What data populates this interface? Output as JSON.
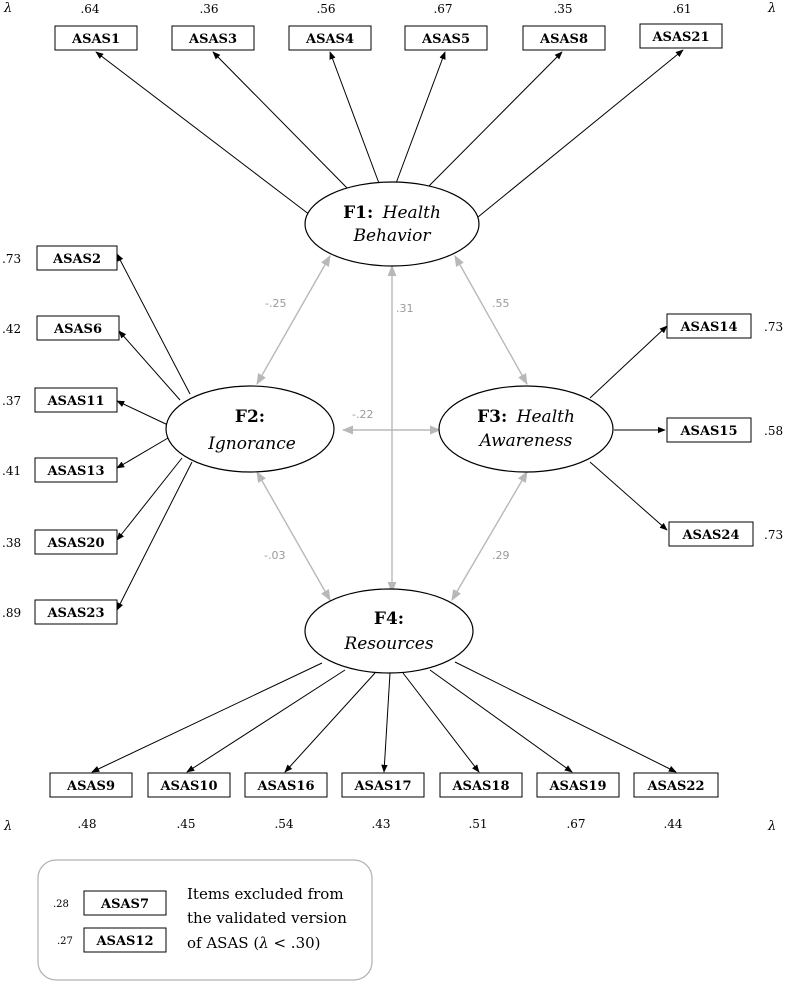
{
  "lambda_symbol": "λ",
  "factors": {
    "f1": {
      "num": "F1:",
      "name_line1": "Health",
      "name_line2": "Behavior"
    },
    "f2": {
      "num": "F2:",
      "name": "Ignorance"
    },
    "f3": {
      "num": "F3:",
      "name_line1": "Health",
      "name_line2": "Awareness"
    },
    "f4": {
      "num": "F4:",
      "name": "Resources"
    }
  },
  "f1_items": [
    {
      "label": "ASAS1",
      "loading": ".64"
    },
    {
      "label": "ASAS3",
      "loading": ".36"
    },
    {
      "label": "ASAS4",
      "loading": ".56"
    },
    {
      "label": "ASAS5",
      "loading": ".67"
    },
    {
      "label": "ASAS8",
      "loading": ".35"
    },
    {
      "label": "ASAS21",
      "loading": ".61"
    }
  ],
  "f2_items": [
    {
      "label": "ASAS2",
      "loading": ".73"
    },
    {
      "label": "ASAS6",
      "loading": ".42"
    },
    {
      "label": "ASAS11",
      "loading": ".37"
    },
    {
      "label": "ASAS13",
      "loading": ".41"
    },
    {
      "label": "ASAS20",
      "loading": ".38"
    },
    {
      "label": "ASAS23",
      "loading": ".89"
    }
  ],
  "f3_items": [
    {
      "label": "ASAS14",
      "loading": ".73"
    },
    {
      "label": "ASAS15",
      "loading": ".58"
    },
    {
      "label": "ASAS24",
      "loading": ".73"
    }
  ],
  "f4_items": [
    {
      "label": "ASAS9",
      "loading": ".48"
    },
    {
      "label": "ASAS10",
      "loading": ".45"
    },
    {
      "label": "ASAS16",
      "loading": ".54"
    },
    {
      "label": "ASAS17",
      "loading": ".43"
    },
    {
      "label": "ASAS18",
      "loading": ".51"
    },
    {
      "label": "ASAS19",
      "loading": ".67"
    },
    {
      "label": "ASAS22",
      "loading": ".44"
    }
  ],
  "correlations": {
    "f1_f2": "-.25",
    "f1_f3": ".55",
    "f1_f4": ".31",
    "f2_f3": "-.22",
    "f2_f4": "-.03",
    "f3_f4": ".29"
  },
  "legend": {
    "items": [
      {
        "label": "ASAS7",
        "loading": ".28"
      },
      {
        "label": "ASAS12",
        "loading": ".27"
      }
    ],
    "line1": "Items excluded from",
    "line2": "the validated version",
    "line3_pre": "of ASAS (",
    "line3_lambda": "λ",
    "line3_post": " < .30)"
  }
}
